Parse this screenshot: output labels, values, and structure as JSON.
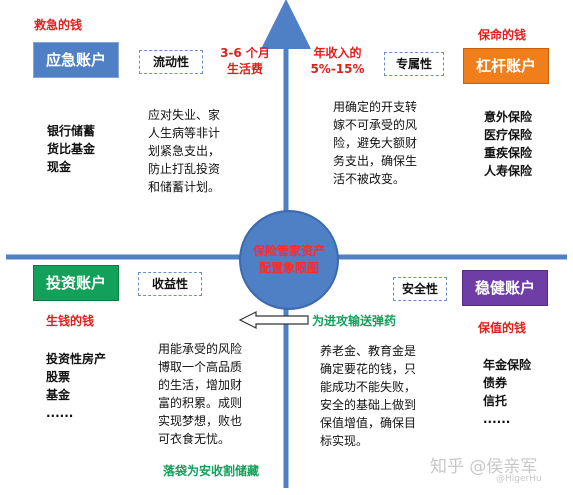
{
  "center": {
    "line1": "保险管家资产",
    "line2": "配置象限图"
  },
  "top_notes": {
    "living": {
      "line1": "3-6 个月",
      "line2": "生活费"
    },
    "income": {
      "line1": "年收入的",
      "line2": "5%-15%"
    }
  },
  "quadrants": {
    "emergency": {
      "account": "应急账户",
      "nature": "流动性",
      "tag": "救急的钱",
      "items": [
        "银行储蓄",
        "货比基金",
        "现金"
      ],
      "desc": [
        "应对失业、家",
        "人生病等非计",
        "划紧急支出，",
        "防止打乱投资",
        "和储蓄计划。"
      ]
    },
    "leverage": {
      "account": "杠杆账户",
      "nature": "专属性",
      "tag": "保命的钱",
      "items": [
        "意外保险",
        "医疗保险",
        "重疾保险",
        "人寿保险"
      ],
      "desc": [
        "用确定的开支转",
        "嫁不可承受的风",
        "险，避免大额财",
        "务支出，确保生",
        "活不被改变。"
      ]
    },
    "investment": {
      "account": "投资账户",
      "nature": "收益性",
      "tag": "生钱的钱",
      "items": [
        "投资性房产",
        "股票",
        "基金",
        "......"
      ],
      "desc": [
        "用能承受的风险",
        "博取一个高品质",
        "的生活，增加财",
        "富的积累。成则",
        "实现梦想，败也",
        "可衣食无忧。"
      ]
    },
    "stable": {
      "account": "稳健账户",
      "nature": "安全性",
      "tag": "保值的钱",
      "items": [
        "年金保险",
        "债券",
        "信托",
        "......"
      ],
      "desc": [
        "养老金、教育金是",
        "确定要花的钱，只",
        "能成功不能失败，",
        "安全的基础上做到",
        "保值增值，确保目",
        "标实现。"
      ]
    }
  },
  "arrows": {
    "right": "为进攻输送弹药",
    "bottom": "落袋为安收割储藏"
  },
  "watermark": {
    "text": "知乎 @侯亲军",
    "sub": "@HigerHu"
  },
  "colors": {
    "blue": "#4f7fc4",
    "orange": "#f07e1a",
    "green": "#13a05a",
    "purple": "#6e3da6",
    "red": "#e02020"
  }
}
